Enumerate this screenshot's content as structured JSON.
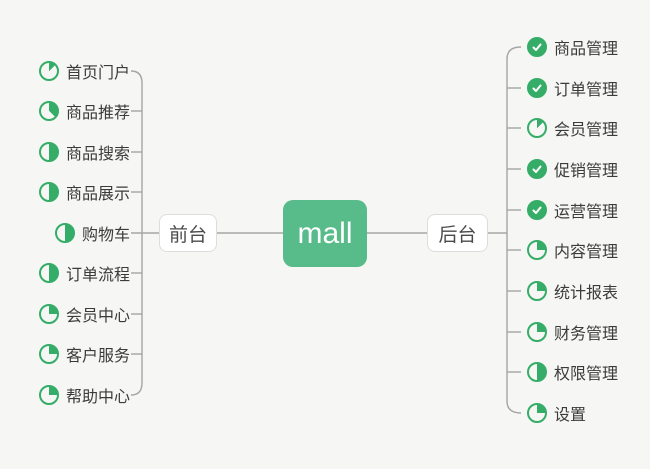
{
  "canvas": {
    "background": "#f6f6f4",
    "connector_color": "#a5a5a3"
  },
  "colors": {
    "icon_green": "#35ad68",
    "root_green": "#57bb8a"
  },
  "root": {
    "label": "mall"
  },
  "left_branch": {
    "label": "前台",
    "items": [
      {
        "label": "首页门户",
        "icon": "pie-1-8"
      },
      {
        "label": "商品推荐",
        "icon": "pie-3-8"
      },
      {
        "label": "商品搜索",
        "icon": "pie-4-8"
      },
      {
        "label": "商品展示",
        "icon": "pie-4-8"
      },
      {
        "label": "购物车",
        "icon": "pie-4-8"
      },
      {
        "label": "订单流程",
        "icon": "pie-4-8"
      },
      {
        "label": "会员中心",
        "icon": "pie-2-8"
      },
      {
        "label": "客户服务",
        "icon": "pie-2-8"
      },
      {
        "label": "帮助中心",
        "icon": "pie-2-8"
      }
    ]
  },
  "right_branch": {
    "label": "后台",
    "items": [
      {
        "label": "商品管理",
        "icon": "check"
      },
      {
        "label": "订单管理",
        "icon": "check"
      },
      {
        "label": "会员管理",
        "icon": "pie-1-8"
      },
      {
        "label": "促销管理",
        "icon": "check"
      },
      {
        "label": "运营管理",
        "icon": "check"
      },
      {
        "label": "内容管理",
        "icon": "pie-2-8"
      },
      {
        "label": "统计报表",
        "icon": "pie-2-8"
      },
      {
        "label": "财务管理",
        "icon": "pie-2-8"
      },
      {
        "label": "权限管理",
        "icon": "pie-4-8"
      },
      {
        "label": "设置",
        "icon": "pie-2-8"
      }
    ]
  }
}
